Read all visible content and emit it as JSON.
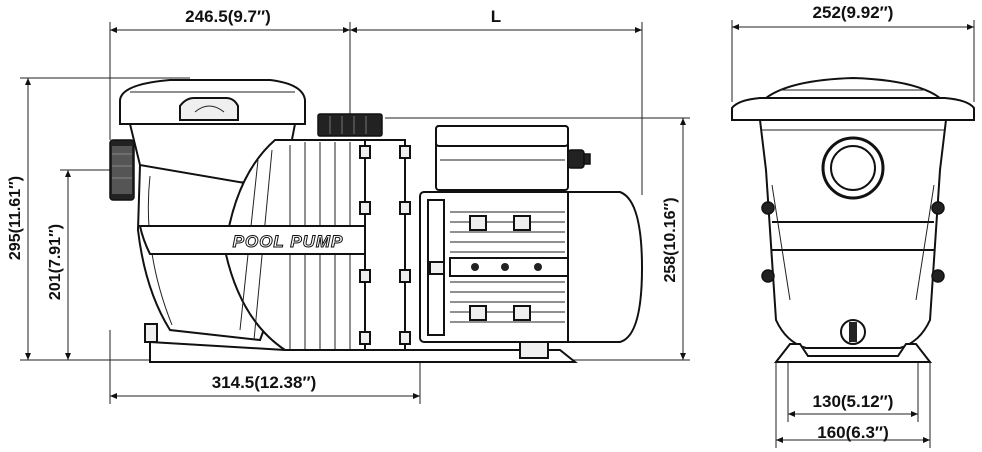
{
  "dimensions": {
    "top_width_left": "246.5(9.7″)",
    "length_label": "L",
    "top_width_right": "252(9.92″)",
    "height_total": "295(11.61″)",
    "height_inlet": "201(7.91″)",
    "height_right": "258(10.16″)",
    "bottom_length": "314.5(12.38″)",
    "base_inner": "130(5.12″)",
    "base_outer": "160(6.3″)"
  },
  "labels": {
    "brand": "POOL PUMP"
  }
}
